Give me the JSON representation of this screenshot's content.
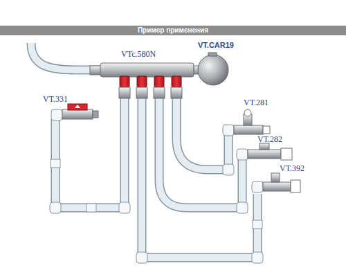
{
  "diagram": {
    "title": "Пример применения",
    "labels": [
      "VT.CAR19",
      "VTc.580N",
      "VT.331",
      "VT.281",
      "VT.282",
      "VT.392"
    ]
  }
}
